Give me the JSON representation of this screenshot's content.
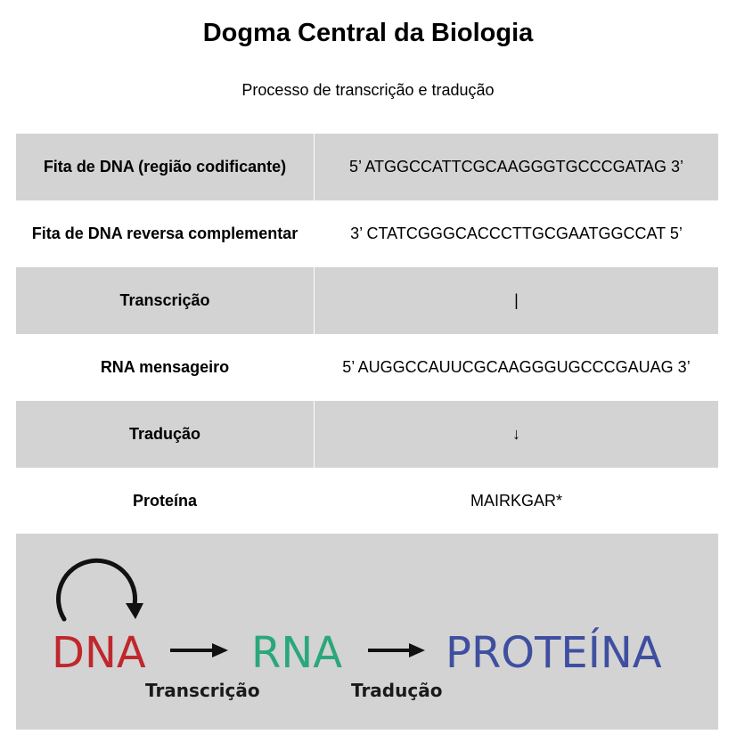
{
  "title": "Dogma Central da Biologia",
  "subtitle": "Processo de transcrição e tradução",
  "rows": [
    {
      "label": "Fita de DNA (região codificante)",
      "value": "5’ ATGGCCATTCGCAAGGGTGCCCGATAG 3’"
    },
    {
      "label": "Fita de DNA reversa complementar",
      "value": "3’ CTATCGGGCACCCTTGCGAATGGCCAT 5’"
    },
    {
      "label": "Transcrição",
      "value": "|"
    },
    {
      "label": "RNA mensageiro",
      "value": "5’ AUGGCCAUUCGCAAGGGUGCCCGAUAG 3’"
    },
    {
      "label": "Tradução",
      "value": "↓"
    },
    {
      "label": "Proteína",
      "value": "MAIRKGAR*"
    }
  ],
  "diagram": {
    "dna_label": "DNA",
    "rna_label": "RNA",
    "protein_label": "PROTEÍNA",
    "transcription_label": "Transcrição",
    "translation_label": "Tradução",
    "colors": {
      "dna": "#c0272d",
      "rna": "#2aa77b",
      "protein": "#3f4fa0",
      "arrow": "#111111"
    },
    "icons": [
      "replication-loop-arrow-icon",
      "transcription-arrow-icon",
      "translation-arrow-icon"
    ]
  }
}
